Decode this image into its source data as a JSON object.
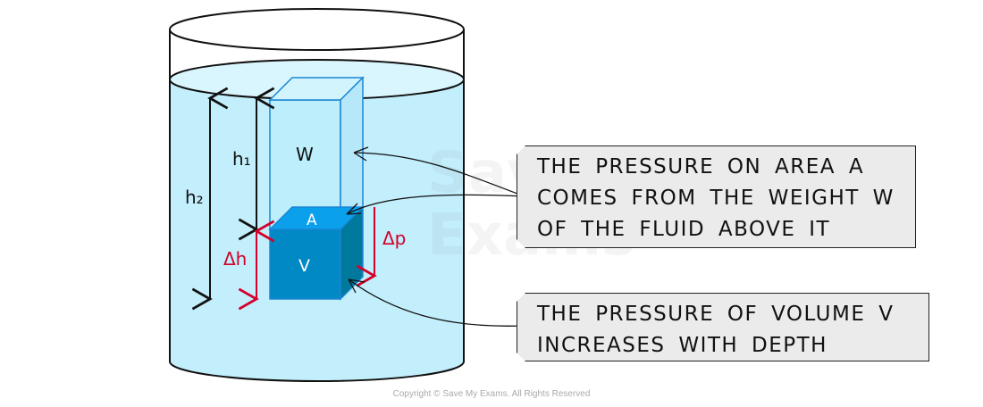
{
  "labels": {
    "h1": "h₁",
    "h2": "h₂",
    "dh": "Δh",
    "dp": "Δp",
    "W": "W",
    "A": "A",
    "V": "V"
  },
  "callouts": [
    {
      "lines": [
        "THE PRESSURE ON AREA A",
        "COMES FROM THE WEIGHT W",
        "OF THE FLUID ABOVE IT"
      ]
    },
    {
      "lines": [
        "THE PRESSURE OF VOLUME V",
        "INCREASES WITH DEPTH"
      ]
    }
  ],
  "watermark": "Save My Exams",
  "copyright": "Copyright © Save My Exams. All Rights Reserved",
  "colors": {
    "water": "#c3eefc",
    "surface": "#d9f5fd",
    "column_edge": "#1a86d4",
    "cube_top": "#0aa0ec",
    "cube_front": "#0089c4",
    "cube_side": "#007a9c",
    "red": "#d3002a",
    "callout_bg": "#ebebeb"
  }
}
